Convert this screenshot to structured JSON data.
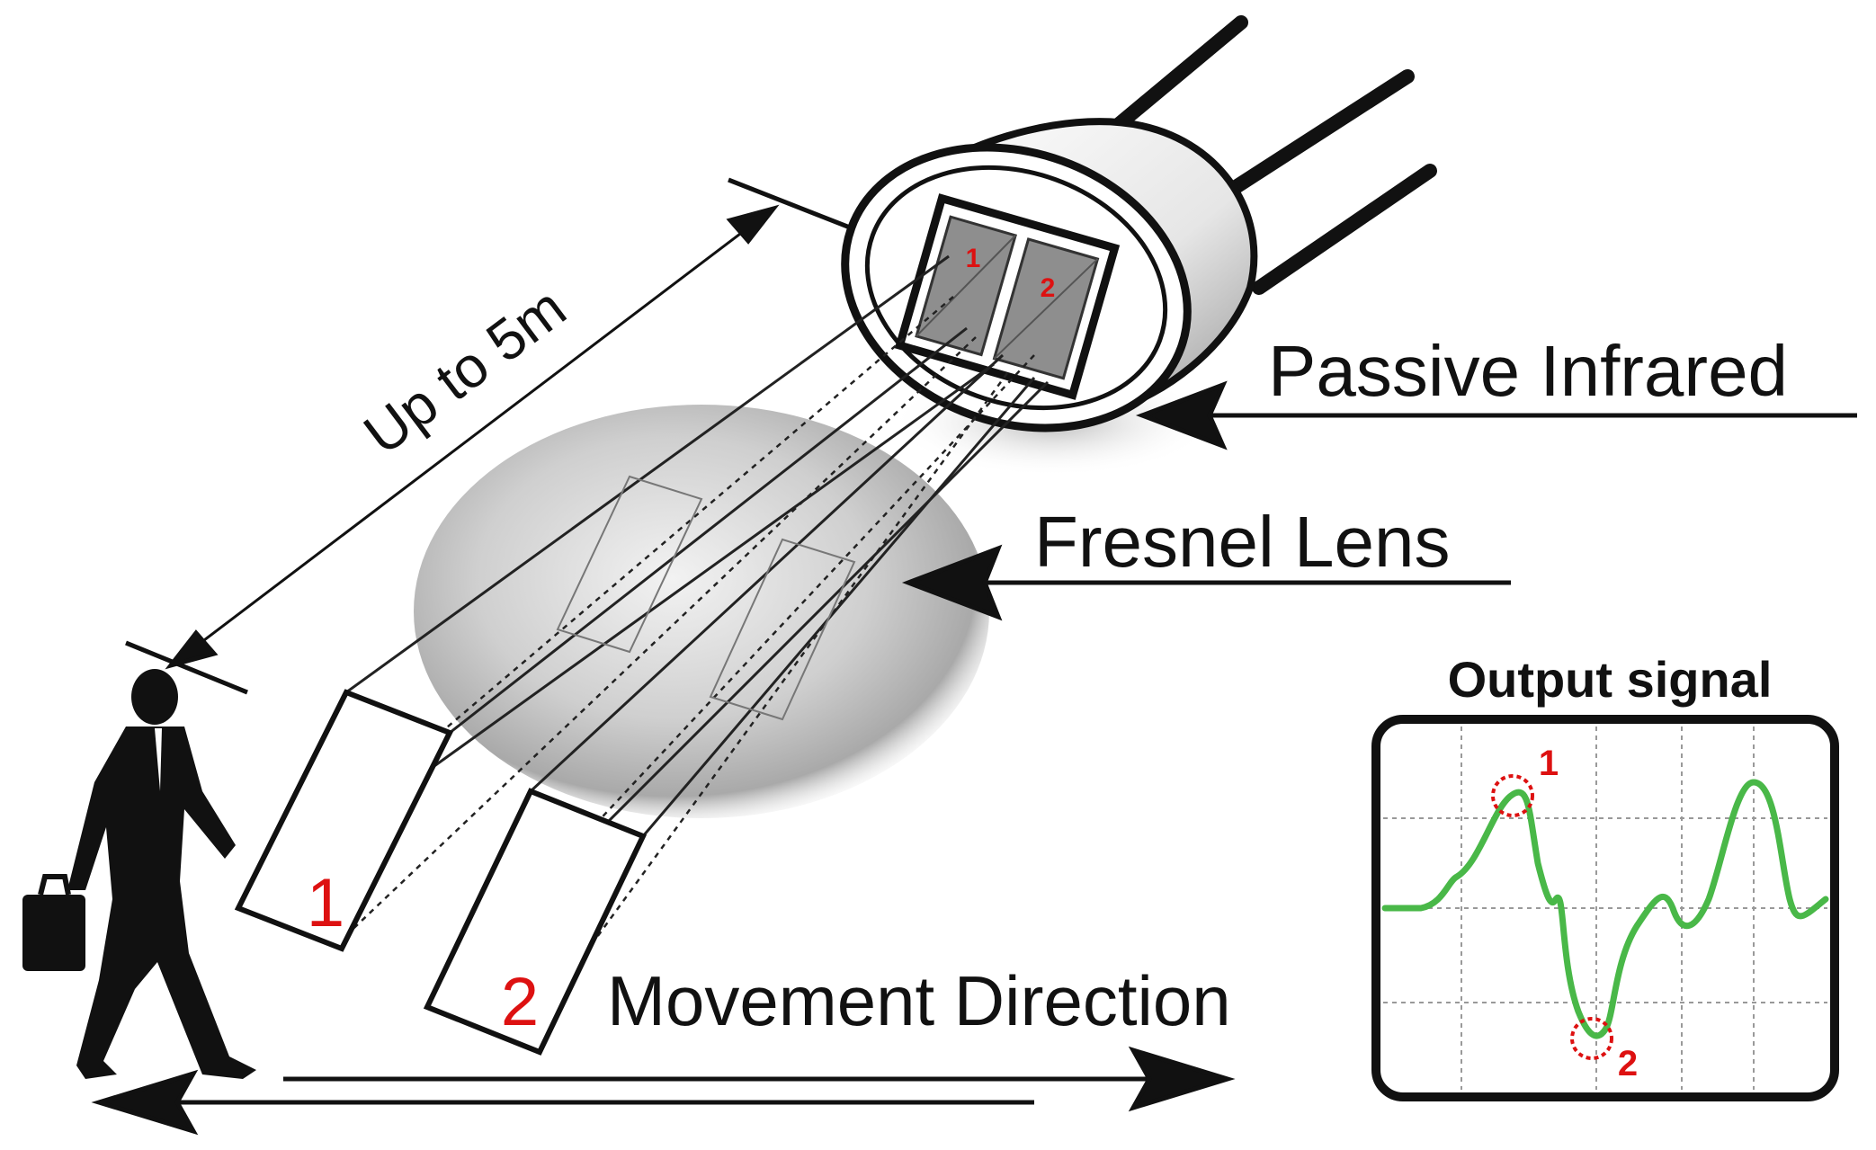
{
  "labels": {
    "distance": "Up to 5m",
    "passive_infrared": "Passive Infrared",
    "fresnel_lens": "Fresnel Lens",
    "movement_direction": "Movement Direction",
    "output_signal": "Output signal",
    "zone_1": "1",
    "zone_2": "2",
    "element_1": "1",
    "element_2": "2",
    "peak_1": "1",
    "peak_2": "2"
  },
  "colors": {
    "signal": "#49b848",
    "marker": "#dd1111",
    "ink": "#111111",
    "lens": "#bdbdbd"
  }
}
